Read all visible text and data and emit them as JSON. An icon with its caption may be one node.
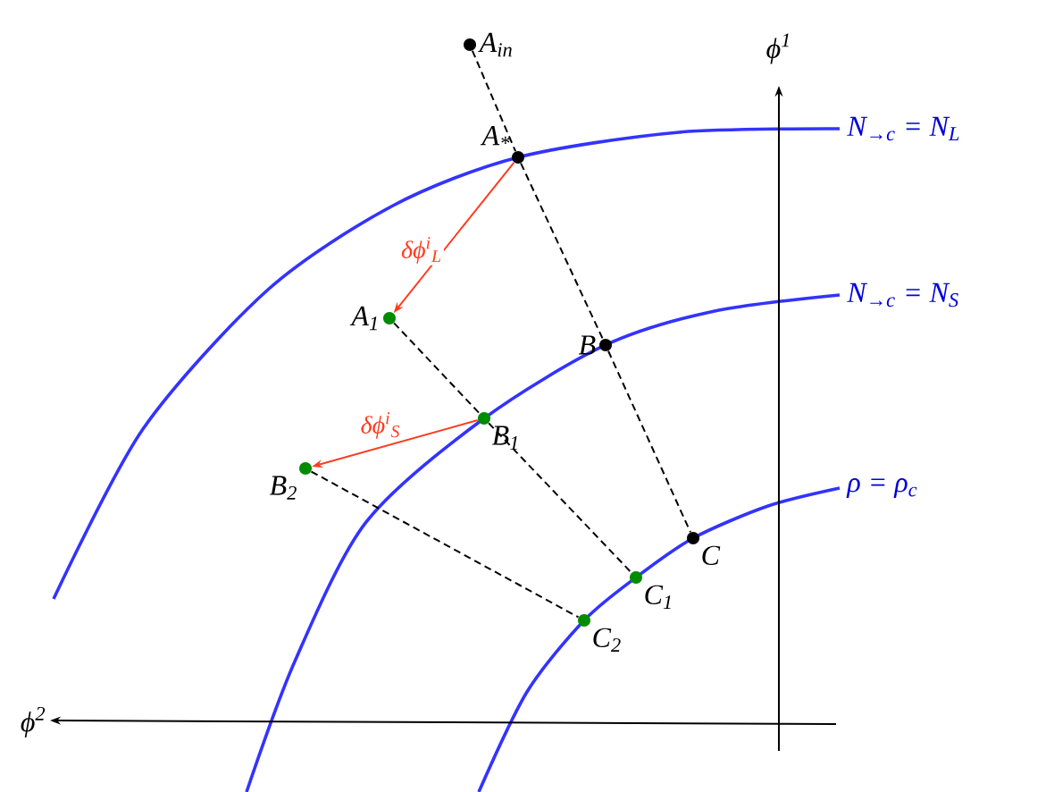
{
  "diagram": {
    "nodes": [
      {
        "text": [],
        "shape": "circle",
        "beside": [
          "A$_{in}$"
        ]
      },
      {
        "text": [],
        "shape": "circle",
        "beside": [
          "A$_{*}$"
        ]
      },
      {
        "text": [],
        "shape": "circle",
        "beside": [
          "A$_{1}$"
        ]
      },
      {
        "text": [],
        "shape": "circle",
        "beside": [
          "B"
        ]
      },
      {
        "text": [],
        "shape": "circle",
        "beside": [
          "B$_{1}$"
        ]
      },
      {
        "text": [],
        "shape": "circle",
        "beside": [
          "B$_{2}$"
        ]
      },
      {
        "text": [],
        "shape": "circle",
        "beside": [
          "C"
        ]
      },
      {
        "text": [],
        "shape": "circle",
        "beside": [
          "C$_{1}$"
        ]
      },
      {
        "text": [],
        "shape": "circle",
        "beside": [
          "C$_{2}$"
        ]
      }
    ],
    "edges": [
      {
        "from": 0,
        "to": 1,
        "arrow": "none",
        "style": "dashed"
      },
      {
        "from": 1,
        "to": 3,
        "arrow": "none",
        "style": "dashed"
      },
      {
        "from": 3,
        "to": 6,
        "arrow": "none",
        "style": "dashed"
      },
      {
        "from": 1,
        "to": 2,
        "arrow": "to",
        "color": "#ff3b1f",
        "label": "δϕ$^{i}$$_{L}$"
      },
      {
        "from": 2,
        "to": 4,
        "arrow": "none",
        "style": "dashed"
      },
      {
        "from": 4,
        "to": 7,
        "arrow": "none",
        "style": "dashed"
      },
      {
        "from": 4,
        "to": 5,
        "arrow": "to",
        "color": "#ff3b1f",
        "label": "δϕ$^{i}$$_{S}$"
      },
      {
        "from": 5,
        "to": 8,
        "arrow": "none",
        "style": "dashed"
      }
    ],
    "labels": [
      "ϕ$^{1}$",
      "N$_{→c}$ = N$_{L}$",
      "N$_{→c}$ = N$_{S}$",
      "ρ = ρ$_{c}$",
      "ϕ$^{2}$"
    ]
  }
}
